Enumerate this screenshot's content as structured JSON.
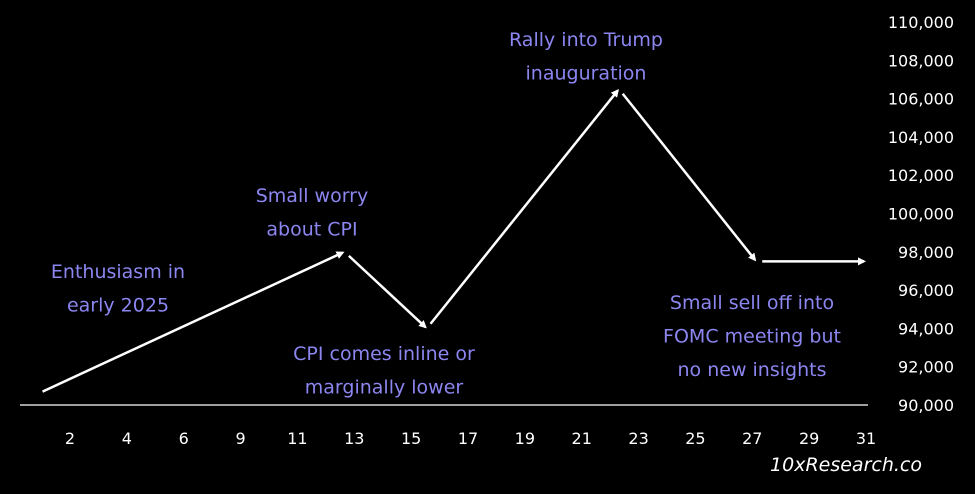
{
  "chart_data": {
    "type": "line",
    "x": [
      1,
      12,
      15,
      22,
      27,
      31
    ],
    "y": [
      90700,
      98000,
      94000,
      106500,
      97500,
      97500
    ],
    "x_ticks": [
      "2",
      "4",
      "6",
      "9",
      "11",
      "13",
      "15",
      "17",
      "19",
      "21",
      "23",
      "25",
      "27",
      "29",
      "31"
    ],
    "y_ticks": [
      "90,000",
      "92,000",
      "94,000",
      "96,000",
      "98,000",
      "100,000",
      "102,000",
      "104,000",
      "106,000",
      "108,000",
      "110,000"
    ],
    "ylim": [
      90000,
      110000
    ],
    "xlim": [
      1,
      31
    ],
    "grid": false,
    "line_color": "#ffffff",
    "annotation_color": "#8c86f0",
    "annotations": [
      {
        "lines": [
          "Enthusiasm in",
          "early 2025"
        ]
      },
      {
        "lines": [
          "Small worry",
          "about CPI"
        ]
      },
      {
        "lines": [
          "CPI comes inline or",
          "marginally lower"
        ]
      },
      {
        "lines": [
          "Rally into Trump",
          "inauguration"
        ]
      },
      {
        "lines": [
          "Small sell off into",
          "FOMC meeting but",
          "no new insights"
        ]
      }
    ]
  },
  "watermark": "10xResearch.co"
}
